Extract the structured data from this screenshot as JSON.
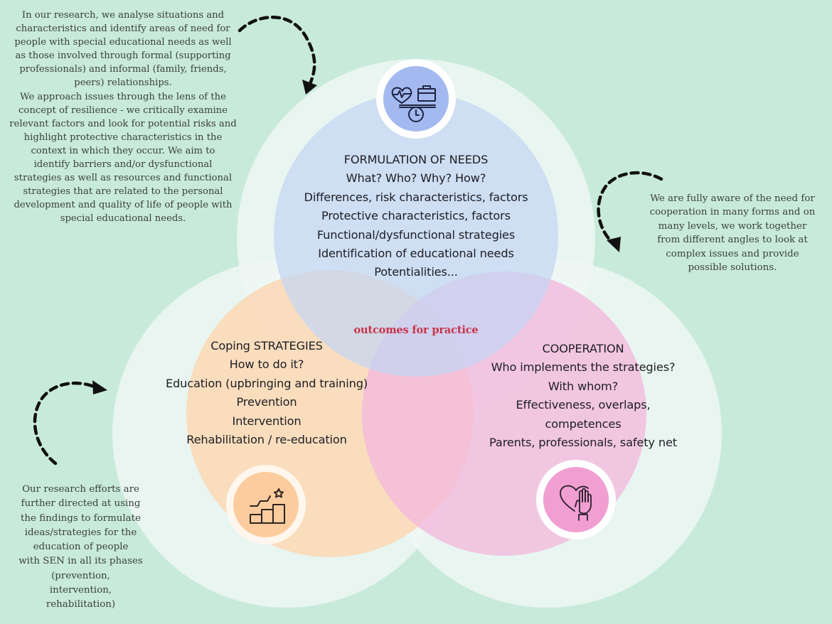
{
  "colors": {
    "background": "#c8eadb",
    "outer_ring": "#eef7f4",
    "needs_circle": "#c3d6f4",
    "needs_icon_bg": "#a3b9f0",
    "coping_circle": "#fbd8b4",
    "coping_icon_bg": "#fccc9f",
    "cooperation_circle": "#f3b8dc",
    "cooperation_icon_bg": "#f19fd2",
    "outcomes_text": "#c8324a",
    "arrow": "#111111"
  },
  "notes": {
    "top_left": "In our research, we analyse situations and\ncharacteristics and identify areas of need for\npeople with special educational needs as well\nas those involved through formal (supporting\nprofessionals) and informal (family, friends,\npeers) relationships.\nWe approach issues through the lens of the\nconcept of resilience - we critically examine\nrelevant factors and look for potential risks and\nhighlight protective characteristics in the\ncontext in which they occur. We aim to\nidentify barriers and/or dysfunctional\nstrategies as well as resources and functional\nstrategies that are related to the personal\ndevelopment and quality of life of people with\nspecial educational needs.",
    "right": "We are fully aware of the need for\ncooperation in many forms and on\nmany levels, we work together\nfrom different angles to look at\ncomplex issues and provide\npossible solutions.",
    "bottom_left": "Our research efforts are\nfurther directed at using\nthe findings to formulate\nideas/strategies for the\neducation of people\nwith SEN in all its phases\n(prevention,\nintervention,\nrehabilitation)"
  },
  "circles": {
    "needs": {
      "icon": "balance-heart-briefcase-clock-icon",
      "lines": [
        "FORMULATION OF NEEDS",
        "What? Who? Why? How?",
        "Differences, risk characteristics, factors",
        "Protective characteristics, factors",
        "Functional/dysfunctional strategies",
        "Identification of educational needs",
        "Potentialities..."
      ]
    },
    "coping": {
      "icon": "growth-steps-star-icon",
      "lines": [
        "Coping STRATEGIES",
        "How to do it?",
        "Education (upbringing and training)",
        "Prevention",
        "Intervention",
        "Rehabilitation / re-education"
      ]
    },
    "cooperation": {
      "icon": "heart-hand-icon",
      "lines": [
        "COOPERATION",
        "Who implements the strategies?",
        "With whom?",
        "Effectiveness, overlaps,",
        "competences",
        "Parents, professionals, safety net"
      ]
    }
  },
  "center_label": "outcomes for practice"
}
